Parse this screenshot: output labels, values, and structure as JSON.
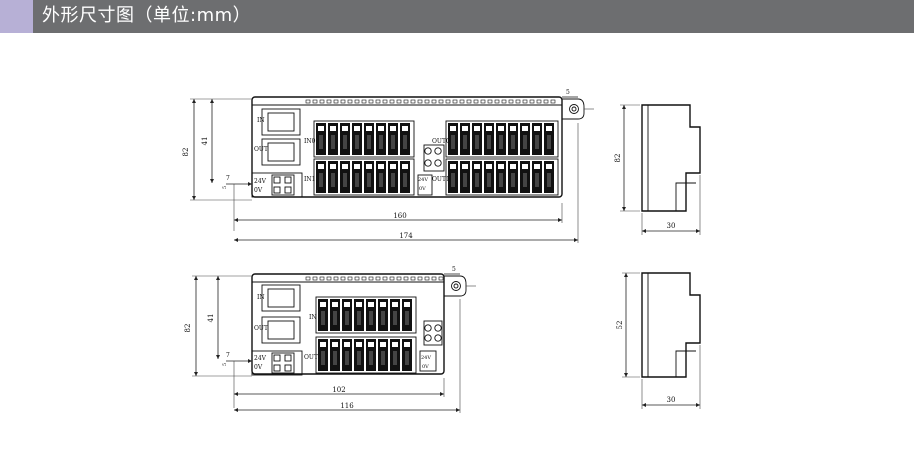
{
  "header": {
    "title": "外形尺寸图（单位:mm）",
    "accent_color": "#b7b0d6",
    "bar_color": "#6d6e70"
  },
  "top_module": {
    "dims": {
      "height_total": "82",
      "height_inner": "41",
      "left_offset": "7",
      "small_v": "5",
      "tab_w": "5",
      "width_inner": "160",
      "width_total": "174",
      "side_height": "82",
      "side_depth": "30"
    },
    "labels": {
      "in": "IN",
      "out": "OUT",
      "v24": "24V",
      "v0": "0V",
      "in0": "IN0",
      "in1": "IN1",
      "out0": "OUT0",
      "out1": "OUT1",
      "v24b": "24V",
      "v0b": "0V"
    }
  },
  "bottom_module": {
    "dims": {
      "height_total": "82",
      "height_inner": "41",
      "left_offset": "7",
      "small_v": "5",
      "tab_w": "5",
      "width_inner": "102",
      "width_total": "116",
      "side_height": "52",
      "side_depth": "30"
    },
    "labels": {
      "in": "IN",
      "out": "OUT",
      "v24": "24V",
      "v0": "0V",
      "in_row": "IN",
      "out_row": "OUT",
      "v24b": "24V",
      "v0b": "0V"
    }
  }
}
